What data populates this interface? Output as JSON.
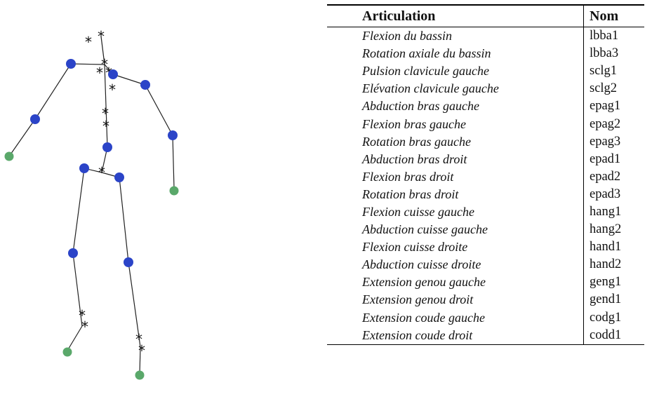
{
  "figure": {
    "joint_color": "#2b44c8",
    "extremity_color": "#5aa86a",
    "marker_glyph": "*"
  },
  "table": {
    "headers": {
      "articulation": "Articulation",
      "nom": "Nom"
    },
    "rows": [
      {
        "articulation": "Flexion du bassin",
        "nom": "lbba1"
      },
      {
        "articulation": "Rotation axiale du bassin",
        "nom": "lbba3"
      },
      {
        "articulation": "Pulsion clavicule gauche",
        "nom": "sclg1"
      },
      {
        "articulation": "Elévation clavicule gauche",
        "nom": "sclg2"
      },
      {
        "articulation": "Abduction bras gauche",
        "nom": "epag1"
      },
      {
        "articulation": "Flexion bras gauche",
        "nom": "epag2"
      },
      {
        "articulation": "Rotation bras gauche",
        "nom": "epag3"
      },
      {
        "articulation": "Abduction bras droit",
        "nom": "epad1"
      },
      {
        "articulation": "Flexion bras droit",
        "nom": "epad2"
      },
      {
        "articulation": "Rotation bras droit",
        "nom": "epad3"
      },
      {
        "articulation": "Flexion cuisse gauche",
        "nom": "hang1"
      },
      {
        "articulation": "Abduction cuisse gauche",
        "nom": "hang2"
      },
      {
        "articulation": "Flexion cuisse droite",
        "nom": "hand1"
      },
      {
        "articulation": "Abduction cuisse droite",
        "nom": "hand2"
      },
      {
        "articulation": "Extension genou gauche",
        "nom": "geng1"
      },
      {
        "articulation": "Extension genou droit",
        "nom": "gend1"
      },
      {
        "articulation": "Extension coude gauche",
        "nom": "codg1"
      },
      {
        "articulation": "Extension coude droit",
        "nom": "codd1"
      }
    ]
  }
}
